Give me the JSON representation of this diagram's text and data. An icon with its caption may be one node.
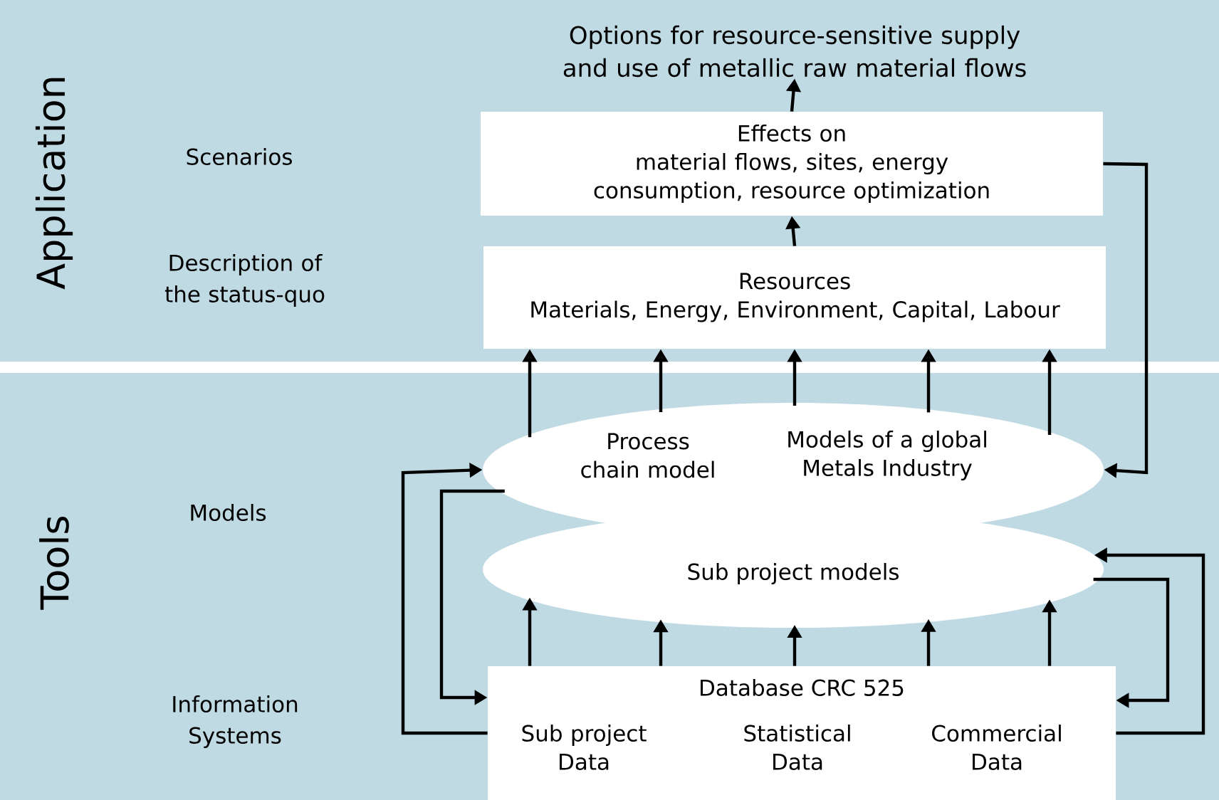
{
  "diagram": {
    "nodes": [
      {
        "text": [
          "Application"
        ]
      },
      {
        "text": [
          "Options for resource-sensitive supply and use of metallic raw material flows"
        ],
        "in": 0
      },
      {
        "text": [
          "Effects on",
          "material flows, sites, energy consumption, resource optimization"
        ],
        "in": 0
      },
      {
        "text": [
          "Resources",
          "Materials, Energy, Environment, Capital, Labour"
        ],
        "in": 0
      },
      {
        "text": [
          "Tools"
        ]
      },
      {
        "text": [
          "Process chain model",
          "Models of a global Metals Industry"
        ],
        "in": 4
      },
      {
        "text": [
          "Sub project models"
        ],
        "in": 4
      },
      {
        "text": [
          "Database CRC 525",
          "Sub project Data",
          "Statistical Data",
          "Commercial Data"
        ],
        "in": 4
      }
    ],
    "edges": [
      {
        "from": 2,
        "to": 1,
        "arrow": "to"
      },
      {
        "from": 3,
        "to": 2,
        "arrow": "to"
      },
      {
        "from": 5,
        "to": 3,
        "arrow": "to"
      },
      {
        "from": 5,
        "to": 3,
        "arrow": "to"
      },
      {
        "from": 5,
        "to": 3,
        "arrow": "to"
      },
      {
        "from": 5,
        "to": 3,
        "arrow": "to"
      },
      {
        "from": 5,
        "to": 3,
        "arrow": "to"
      },
      {
        "from": 7,
        "to": 6,
        "arrow": "to"
      },
      {
        "from": 7,
        "to": 6,
        "arrow": "to"
      },
      {
        "from": 7,
        "to": 6,
        "arrow": "to"
      },
      {
        "from": 7,
        "to": 6,
        "arrow": "to"
      },
      {
        "from": 7,
        "to": 6,
        "arrow": "to"
      },
      {
        "from": 2,
        "to": 5,
        "arrow": "to"
      },
      {
        "from": 7,
        "to": 5,
        "arrow": "to"
      },
      {
        "from": 5,
        "to": 7,
        "arrow": "to"
      },
      {
        "from": 6,
        "to": 7,
        "arrow": "to"
      },
      {
        "from": 7,
        "to": 6,
        "arrow": "to"
      }
    ],
    "labels": [
      "Scenarios",
      "Description of the status-quo",
      "Models",
      "Information Systems"
    ]
  }
}
